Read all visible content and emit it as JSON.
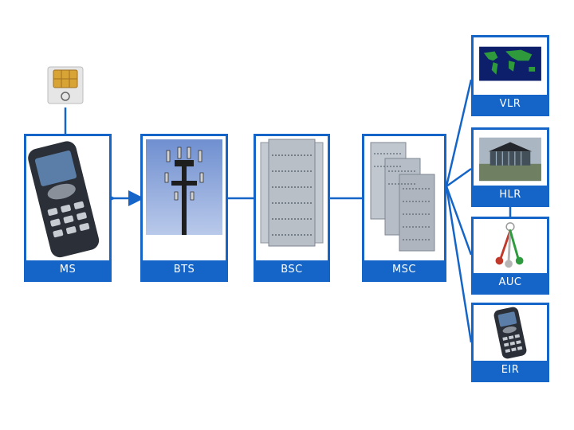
{
  "nodes": {
    "ms": {
      "label": "MS"
    },
    "bts": {
      "label": "BTS"
    },
    "bsc": {
      "label": "BSC"
    },
    "msc": {
      "label": "MSC"
    },
    "vlr": {
      "label": "VLR"
    },
    "hlr": {
      "label": "HLR"
    },
    "auc": {
      "label": "AUC"
    },
    "eir": {
      "label": "EIR"
    }
  },
  "colors": {
    "accent": "#1565c8",
    "label_text": "#ffffff",
    "background": "#ffffff"
  },
  "icons": [
    "sim-card-icon",
    "mobile-phone-icon",
    "cell-tower-icon",
    "server-rack-icon",
    "world-map-icon",
    "building-icon",
    "keys-icon"
  ]
}
